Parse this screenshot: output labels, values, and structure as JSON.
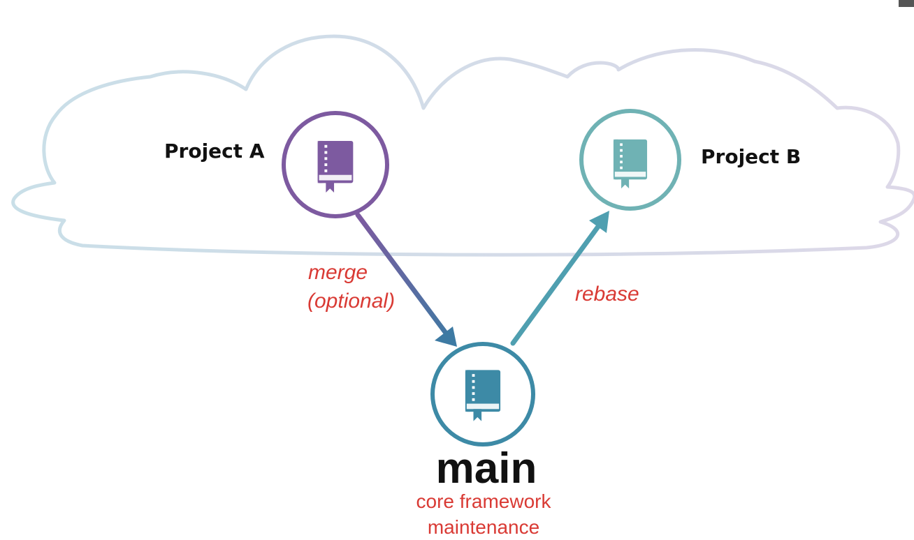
{
  "nodes": {
    "project_a": {
      "label": "Project A",
      "color": "#7d5aa0"
    },
    "project_b": {
      "label": "Project B",
      "color": "#6fb2b4"
    },
    "main": {
      "label": "main",
      "color": "#3d8aa6",
      "sublabel_line1": "core framework",
      "sublabel_line2": "maintenance"
    }
  },
  "edges": {
    "merge": {
      "line1": "merge",
      "line2": "(optional)"
    },
    "rebase": {
      "label": "rebase"
    }
  },
  "colors": {
    "annotation": "#d93a34",
    "cloud_left": "#c9dfe8",
    "cloud_right": "#ddd8e8",
    "arrow_a_start": "#7d5aa0",
    "arrow_a_end": "#3d7aa3",
    "arrow_b": "#4f9fb0"
  },
  "icons": {
    "repo": "book-icon"
  }
}
